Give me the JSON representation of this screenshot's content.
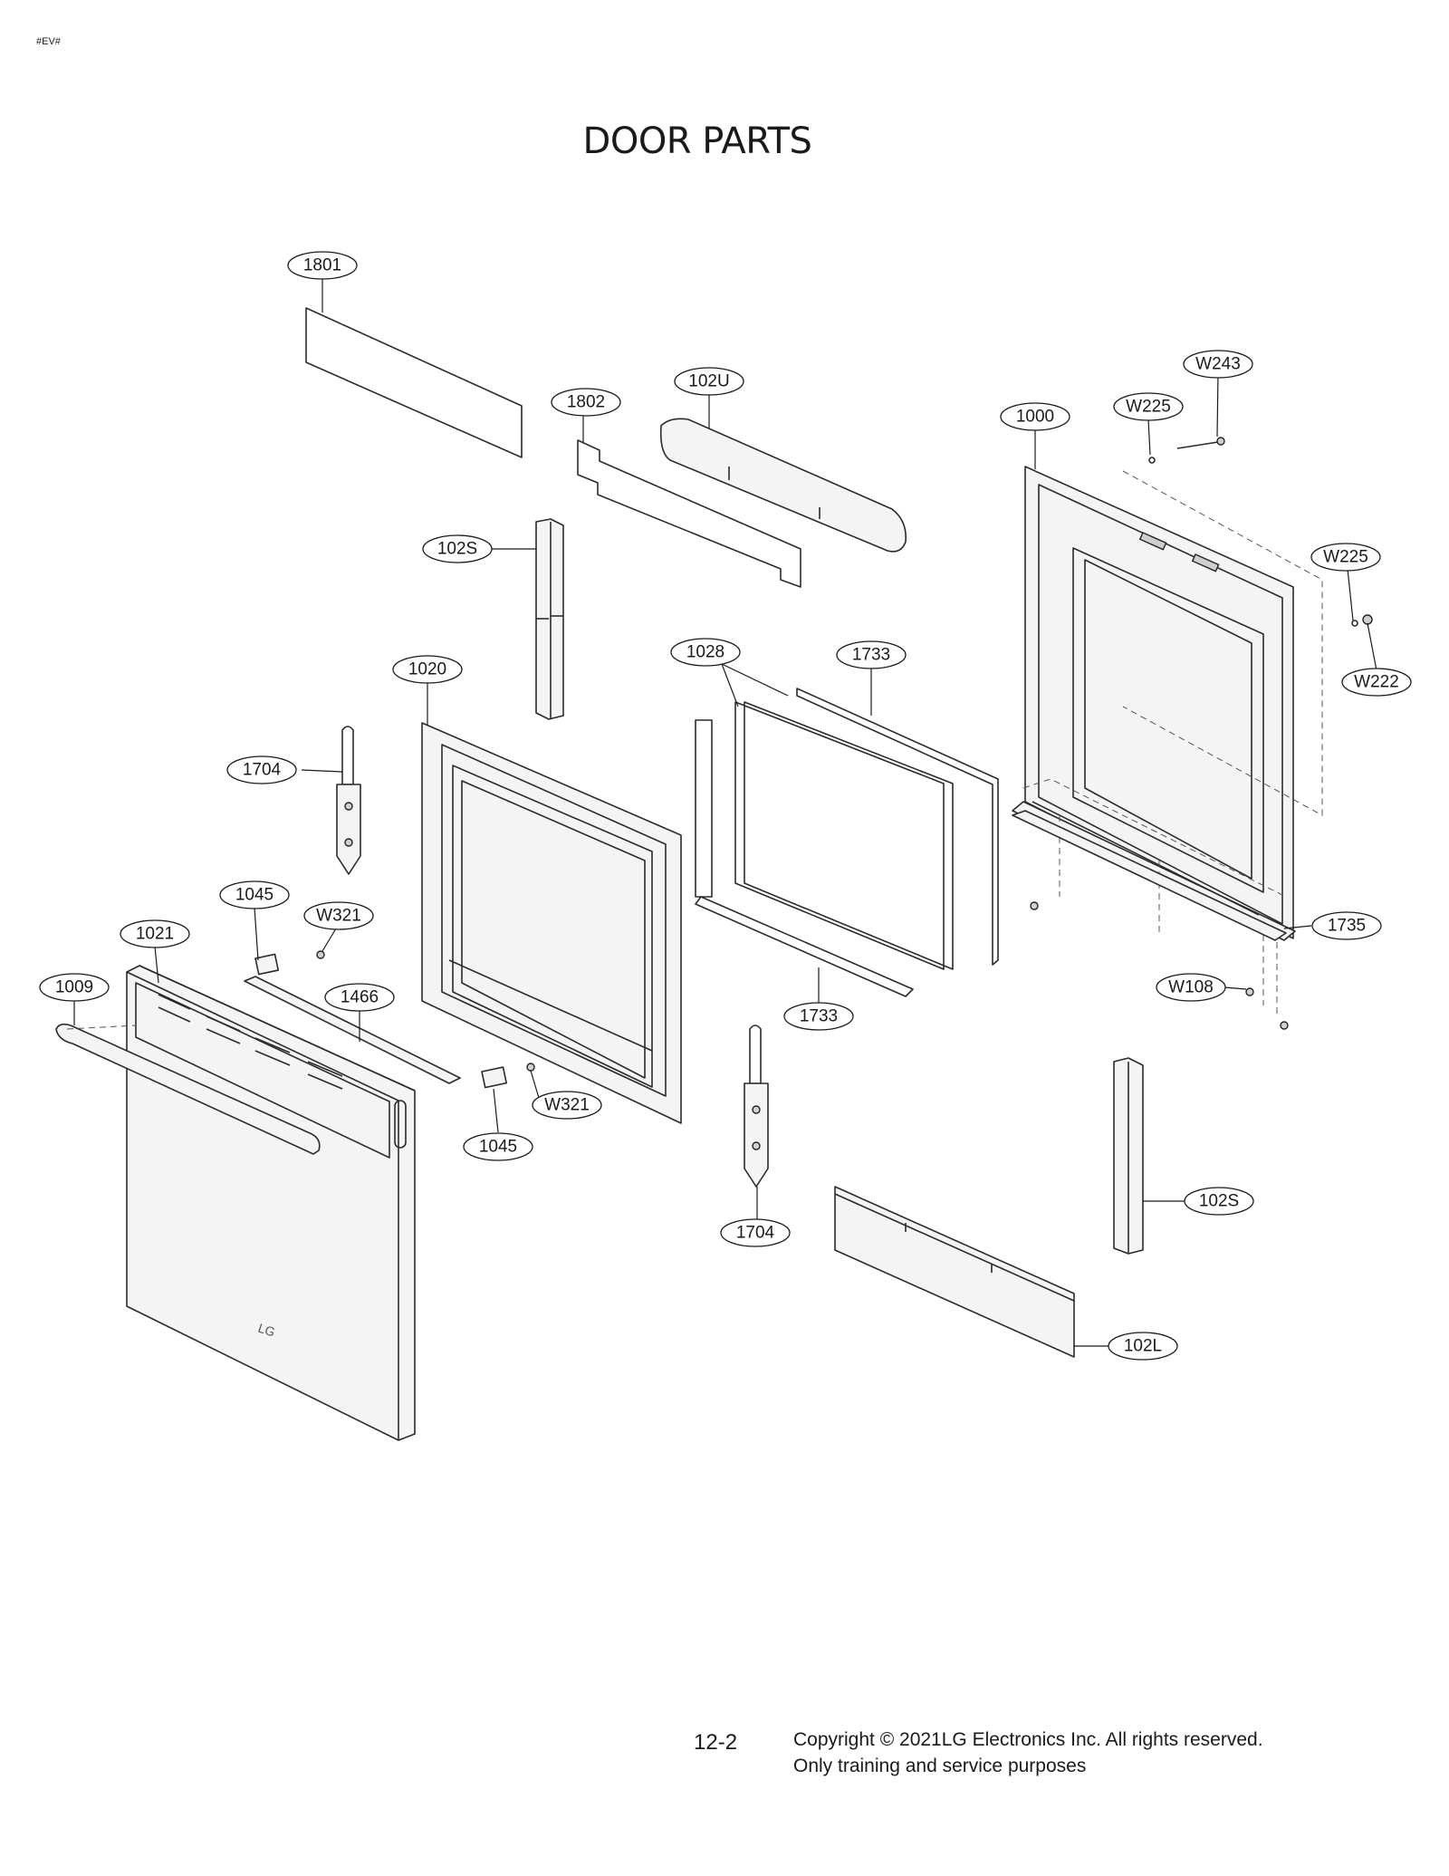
{
  "header": {
    "tag": "#EV#",
    "title": "DOOR PARTS"
  },
  "parts": {
    "1801": "1801",
    "1802": "1802",
    "102U": "102U",
    "1000": "1000",
    "W225": "W225",
    "W243": "W243",
    "W222": "W222",
    "102S": "102S",
    "1028": "1028",
    "1733": "1733",
    "1020": "1020",
    "1704": "1704",
    "1045": "1045",
    "W321": "W321",
    "1021": "1021",
    "1009": "1009",
    "1466": "1466",
    "1735": "1735",
    "W108": "W108",
    "102L": "102L"
  },
  "callouts": [
    {
      "id": "c-1801",
      "label": "1801"
    },
    {
      "id": "c-1802",
      "label": "1802"
    },
    {
      "id": "c-102U",
      "label": "102U"
    },
    {
      "id": "c-1000",
      "label": "1000"
    },
    {
      "id": "c-W225-top",
      "label": "W225"
    },
    {
      "id": "c-W243",
      "label": "W243"
    },
    {
      "id": "c-W225-right",
      "label": "W225"
    },
    {
      "id": "c-W222",
      "label": "W222"
    },
    {
      "id": "c-102S-top",
      "label": "102S"
    },
    {
      "id": "c-1028",
      "label": "1028"
    },
    {
      "id": "c-1733-top",
      "label": "1733"
    },
    {
      "id": "c-1020",
      "label": "1020"
    },
    {
      "id": "c-1704-top",
      "label": "1704"
    },
    {
      "id": "c-1045-top",
      "label": "1045"
    },
    {
      "id": "c-W321-top",
      "label": "W321"
    },
    {
      "id": "c-1021",
      "label": "1021"
    },
    {
      "id": "c-1009",
      "label": "1009"
    },
    {
      "id": "c-1466",
      "label": "1466"
    },
    {
      "id": "c-1733-bottom",
      "label": "1733"
    },
    {
      "id": "c-1735",
      "label": "1735"
    },
    {
      "id": "c-W108",
      "label": "W108"
    },
    {
      "id": "c-W321-bottom",
      "label": "W321"
    },
    {
      "id": "c-1045-bottom",
      "label": "1045"
    },
    {
      "id": "c-1704-bottom",
      "label": "1704"
    },
    {
      "id": "c-102S-bottom",
      "label": "102S"
    },
    {
      "id": "c-102L",
      "label": "102L"
    }
  ],
  "footer": {
    "page_number": "12-2",
    "copyright_line1": "Copyright © 2021LG Electronics Inc. All rights reserved.",
    "copyright_line2": "Only training and service purposes"
  }
}
